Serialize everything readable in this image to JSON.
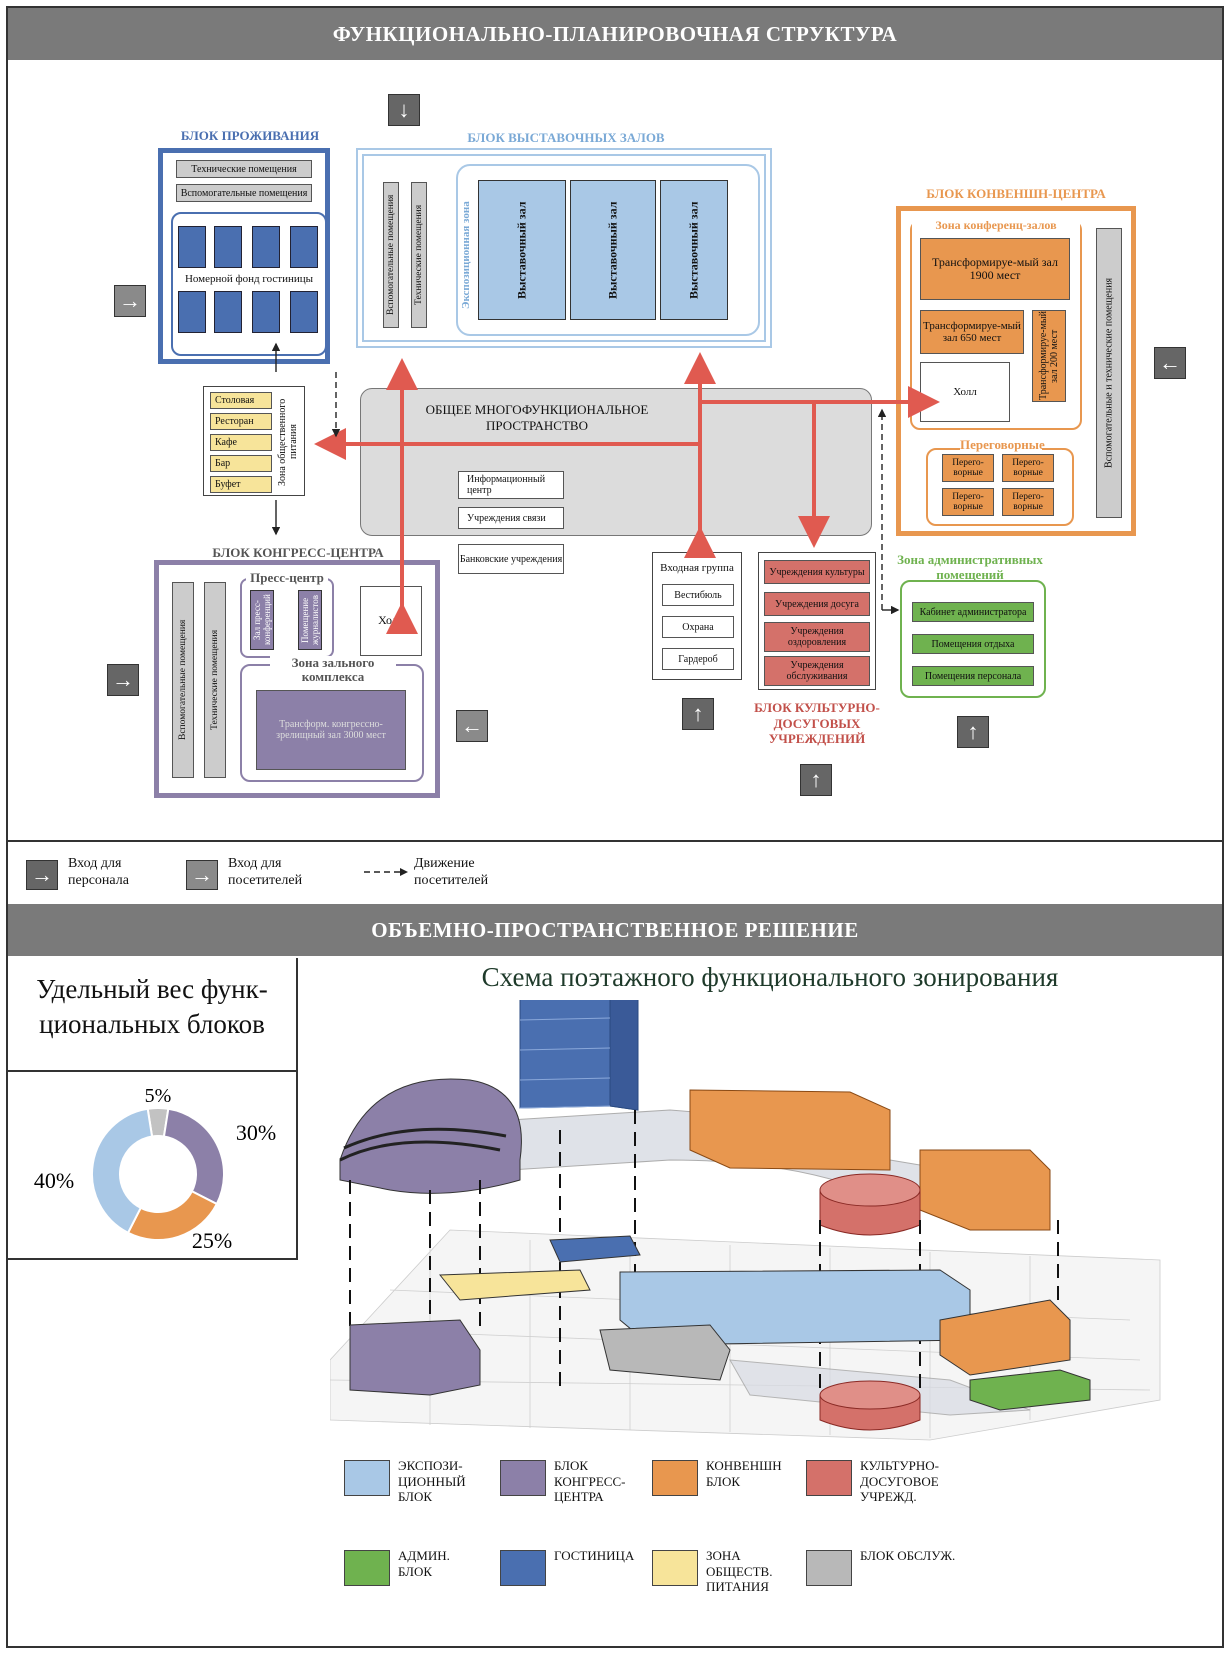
{
  "section1_title": "ФУНКЦИОНАЛЬНО-ПЛАНИРОВОЧНАЯ СТРУКТУРА",
  "section2_title": "ОБЪЕМНО-ПРОСТРАНСТВЕННОЕ РЕШЕНИЕ",
  "residence": {
    "title": "БЛОК ПРОЖИВАНИЯ",
    "tech": "Технические помещения",
    "aux": "Вспомогательные помещения",
    "rooms": "Номерной фонд гостиницы"
  },
  "exhibition": {
    "title": "БЛОК ВЫСТАВОЧНЫХ ЗАЛОВ",
    "aux": "Вспомогательные помещения",
    "tech": "Технические помещения",
    "zone": "Экспозиционная зона",
    "hall1": "Выставочный зал",
    "hall2": "Выставочный зал",
    "hall3": "Выставочный зал"
  },
  "convention": {
    "title": "БЛОК КОНВЕНШН-ЦЕНТРА",
    "zone_conf": "Зона конференц-залов",
    "hall1900": "Трансформируе-мый зал 1900 мест",
    "hall650": "Трансформируе-мый зал 650 мест",
    "hall200": "Трансформируе-мый зал 200 мест",
    "holl": "Холл",
    "negotiations": "Переговорные",
    "neg1": "Перего-ворные",
    "neg2": "Перего-ворные",
    "neg3": "Перего-ворные",
    "neg4": "Перего-ворные",
    "aux_tech": "Вспомогательные и технические помещения"
  },
  "food": {
    "items": [
      "Столовая",
      "Ресторан",
      "Кафе",
      "Бар",
      "Буфет"
    ],
    "zone": "Зона общественного питания"
  },
  "common": {
    "title": "ОБЩЕЕ МНОГОФУНКЦИОНАЛЬНОЕ ПРОСТРАНСТВО",
    "info": "Информационный центр",
    "post": "Учреждения связи",
    "bank": "Банковские учреждения"
  },
  "congress": {
    "title": "БЛОК КОНГРЕСС-ЦЕНТРА",
    "aux": "Вспомогательные помещения",
    "tech": "Технические помещения",
    "press": "Пресс-центр",
    "press_hall": "Зал пресс-конференций",
    "journalists": "Помещение журналистов",
    "holl": "Холл",
    "zone_hall": "Зона зального комплекса",
    "big_hall": "Трансформ. конгрессно-зрелищный зал 3000 мест"
  },
  "entrance": {
    "title": "Входная группа",
    "items": [
      "Вестибюль",
      "Охрана",
      "Гардероб"
    ]
  },
  "culture": {
    "items": [
      "Учреждения культуры",
      "Учреждения досуга",
      "Учреждения оздоровления",
      "Учреждения обслуживания"
    ],
    "title": "БЛОК КУЛЬТУРНО-ДОСУГОВЫХ УЧРЕЖДЕНИЙ"
  },
  "admin": {
    "title": "Зона административных помещений",
    "items": [
      "Кабинет администратора",
      "Помещения отдыха",
      "Помещения персонала"
    ]
  },
  "legend": {
    "staff": "Вход для персонала",
    "visitors": "Вход для посетителей",
    "movement": "Движение посетителей"
  },
  "share_title": "Удельный вес функ-циональных блоков",
  "scheme_title": "Схема поэтажного функционального зонирования",
  "colors": {
    "exhibition": "#a9c8e6",
    "congress": "#8c80a8",
    "convention": "#e8974f",
    "culture": "#d4716a",
    "admin": "#6fb24f",
    "hotel": "#4a6fb0",
    "food": "#f7e49a",
    "service": "#b8b8b8",
    "title_bar": "#7a7a7a"
  },
  "chart_data": {
    "type": "pie",
    "values": [
      5,
      30,
      25,
      40
    ],
    "labels": [
      "5%",
      "30%",
      "25%",
      "40%"
    ],
    "colors": [
      "#c2c2c2",
      "#8c80a8",
      "#e8974f",
      "#a9c8e6"
    ]
  },
  "block_legend": [
    {
      "label": "ЭКСПОЗИ-ЦИОННЫЙ БЛОК",
      "color": "#a9c8e6"
    },
    {
      "label": "БЛОК КОНГРЕСС-ЦЕНТРА",
      "color": "#8c80a8"
    },
    {
      "label": "КОНВЕНШН БЛОК",
      "color": "#e8974f"
    },
    {
      "label": "КУЛЬТУРНО-ДОСУГОВОЕ УЧРЕЖД.",
      "color": "#d4716a"
    },
    {
      "label": "АДМИН. БЛОК",
      "color": "#6fb24f"
    },
    {
      "label": "ГОСТИНИЦА",
      "color": "#4a6fb0"
    },
    {
      "label": "ЗОНА ОБЩЕСТВ. ПИТАНИЯ",
      "color": "#f7e49a"
    },
    {
      "label": "БЛОК ОБСЛУЖ.",
      "color": "#b8b8b8"
    }
  ]
}
